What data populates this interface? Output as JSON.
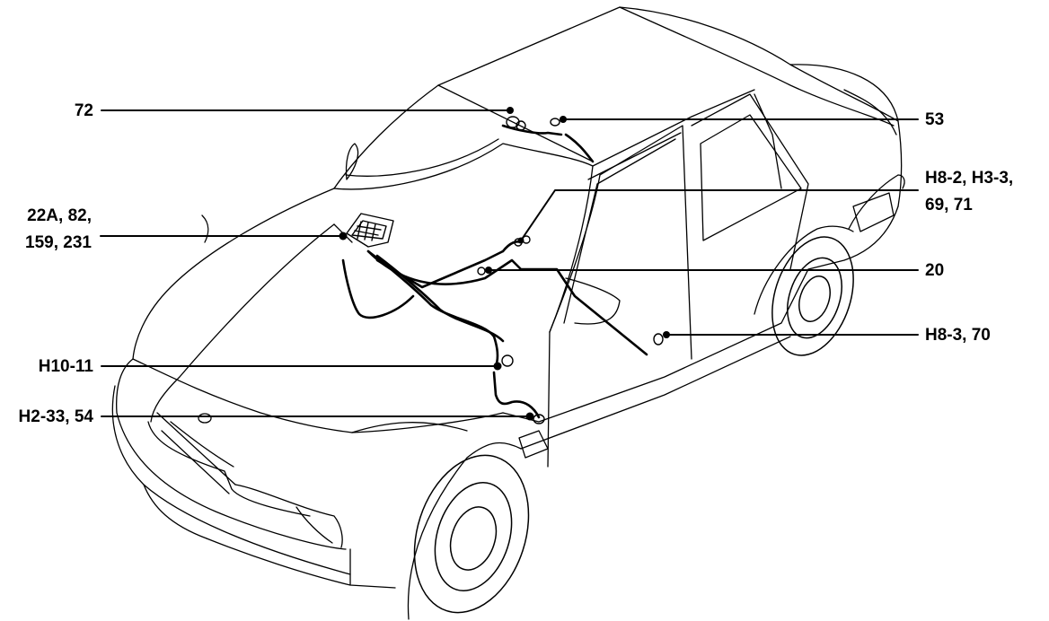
{
  "callouts": [
    {
      "id": "c72",
      "side": "left",
      "lines": [
        "72"
      ]
    },
    {
      "id": "c53",
      "side": "right",
      "lines": [
        "53"
      ]
    },
    {
      "id": "c22a",
      "side": "left",
      "lines": [
        "22A, 82,",
        "159, 231"
      ]
    },
    {
      "id": "ch82",
      "side": "right",
      "lines": [
        "H8-2, H3-3,",
        "69, 71"
      ]
    },
    {
      "id": "c20",
      "side": "right",
      "lines": [
        "20"
      ]
    },
    {
      "id": "ch10",
      "side": "left",
      "lines": [
        "H10-11"
      ]
    },
    {
      "id": "ch83",
      "side": "right",
      "lines": [
        "H8-3, 70"
      ]
    },
    {
      "id": "ch2",
      "side": "left",
      "lines": [
        "H2-33, 54"
      ]
    }
  ],
  "colors": {
    "ink": "#000000",
    "paper": "#ffffff"
  }
}
